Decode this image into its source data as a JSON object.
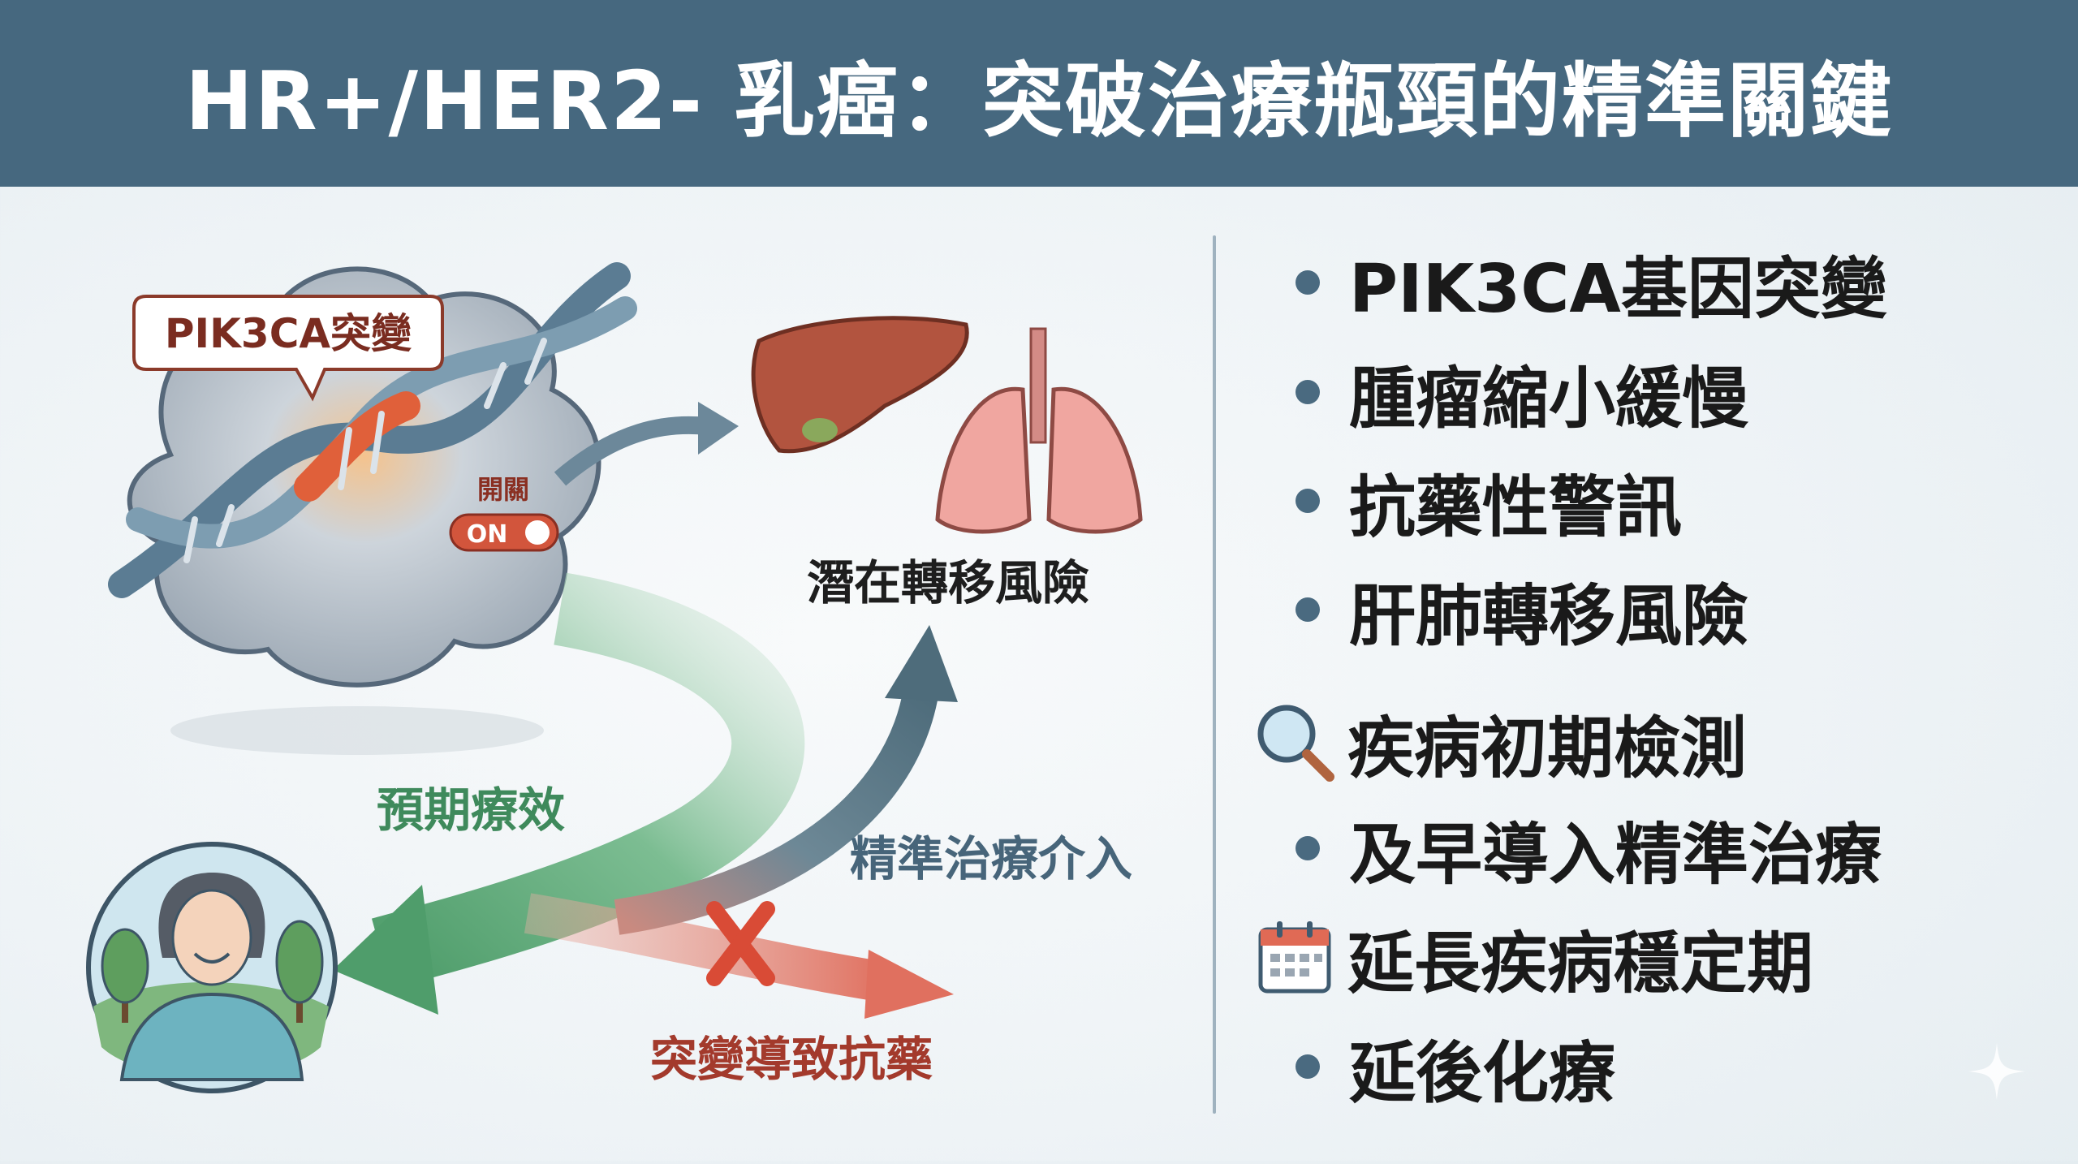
{
  "header": {
    "title": "HR+/HER2- 乳癌：突破治療瓶頸的精準關鍵"
  },
  "diagram": {
    "mutation_label": "PIK3CA突變",
    "switch_label": "開關",
    "switch_state": "ON",
    "metastasis_label": "潛在轉移風險",
    "expected_effect_label": "預期療效",
    "precision_label": "精準治療介入",
    "resistance_label": "突變導致抗藥"
  },
  "list": {
    "items": [
      {
        "icon": "bullet",
        "text": "PIK3CA基因突變"
      },
      {
        "icon": "bullet",
        "text": "腫瘤縮小緩慢"
      },
      {
        "icon": "bullet",
        "text": "抗藥性警訊"
      },
      {
        "icon": "bullet",
        "text": "肝肺轉移風險"
      },
      {
        "icon": "magnifier-icon",
        "text": "疾病初期檢測"
      },
      {
        "icon": "bullet",
        "text": "及早導入精準治療"
      },
      {
        "icon": "calendar-icon",
        "text": "延長疾病穩定期"
      },
      {
        "icon": "bullet",
        "text": "延後化療"
      }
    ]
  },
  "colors": {
    "header": "#46687f",
    "green": "#3f8a5c",
    "blue": "#47657a",
    "red": "#a33a2c"
  }
}
